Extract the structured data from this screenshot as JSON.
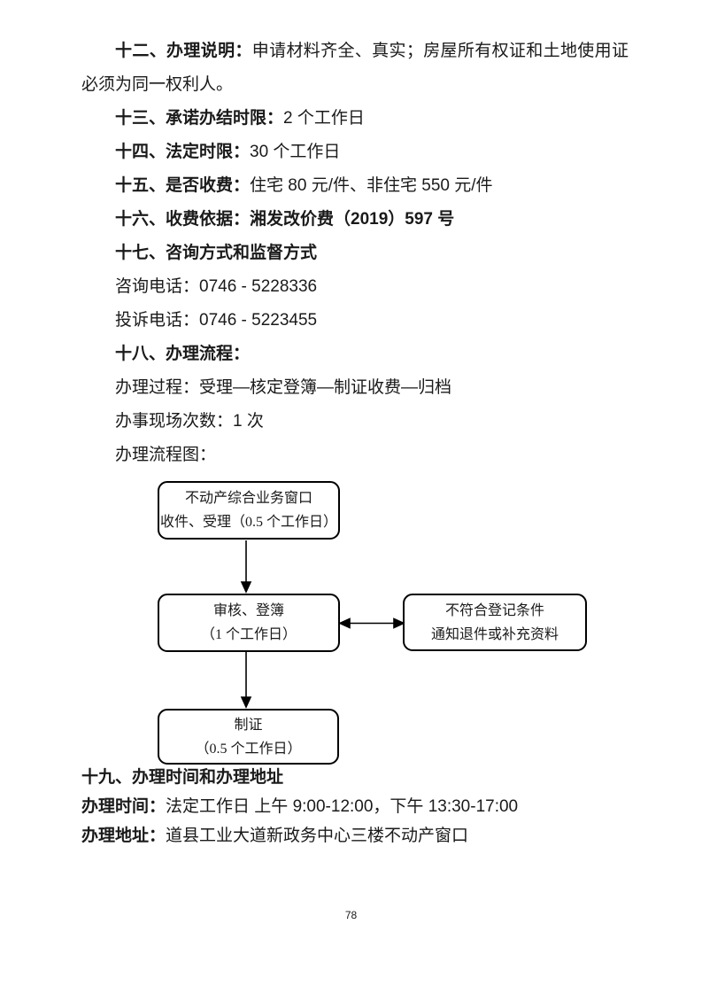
{
  "document": {
    "paragraphs": [
      {
        "label": "十二、办理说明：",
        "text": "申请材料齐全、真实；房屋所有权证和土地使用证必须为同一权利人。"
      },
      {
        "label": "十三、承诺办结时限：",
        "text": "2 个工作日"
      },
      {
        "label": "十四、法定时限：",
        "text": "30 个工作日"
      },
      {
        "label": "十五、是否收费：",
        "text": "住宅 80 元/件、非住宅 550 元/件"
      },
      {
        "label": "十六、收费依据：湘发改价费（2019）597 号",
        "text": ""
      },
      {
        "label": "十七、咨询方式和监督方式",
        "text": ""
      },
      {
        "label": "",
        "text": "咨询电话：0746 - 5228336"
      },
      {
        "label": "",
        "text": "投诉电话：0746 - 5223455"
      },
      {
        "label": "十八、办理流程：",
        "text": ""
      },
      {
        "label": "",
        "text": "办理过程：受理—核定登簿—制证收费—归档"
      },
      {
        "label": "",
        "text": "办事现场次数：1 次"
      },
      {
        "label": "",
        "text": "办理流程图："
      }
    ],
    "flowchart": {
      "box1_line1": "不动产综合业务窗口",
      "box1_line2": "收件、受理（0.5 个工作日）",
      "box2_line1": "审核、登簿",
      "box2_line2": "（1 个工作日）",
      "box3_line1": "不符合登记条件",
      "box3_line2": "通知退件或补充资料",
      "box4_line1": "制证",
      "box4_line2": "（0.5 个工作日）"
    },
    "bottom": {
      "heading": "十九、办理时间和办理地址",
      "time_label": "办理时间：",
      "time_value": "法定工作日 上午 9:00-12:00，下午 13:30-17:00",
      "address_label": "办理地址：",
      "address_value": "道县工业大道新政务中心三楼不动产窗口"
    },
    "footer": {
      "page_number": "78"
    }
  },
  "colors": {
    "text": "#1a1a1a",
    "background": "#ffffff",
    "line": "#000000"
  }
}
